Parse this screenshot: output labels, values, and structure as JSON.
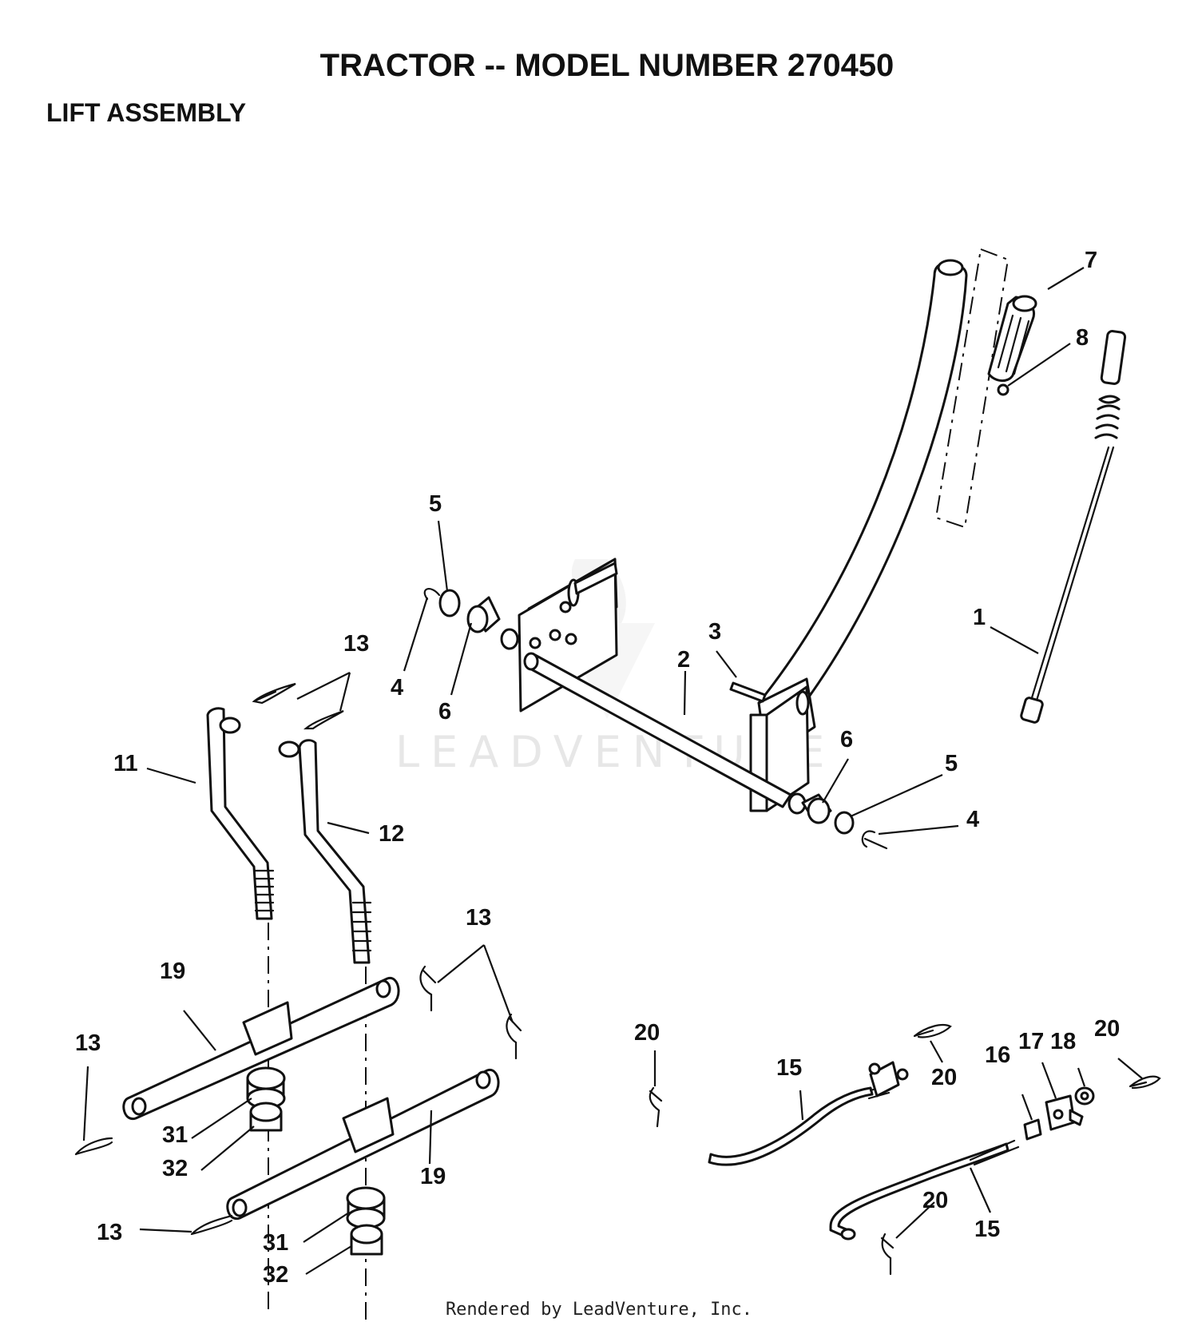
{
  "header": {
    "title": "TRACTOR -- MODEL NUMBER 270450",
    "section": "LIFT ASSEMBLY"
  },
  "watermark": "LEADVENTURE",
  "footer": "Rendered by LeadVenture, Inc.",
  "callouts": {
    "c1": "1",
    "c2": "2",
    "c3": "3",
    "c4a": "4",
    "c4b": "4",
    "c5a": "5",
    "c5b": "5",
    "c6a": "6",
    "c6b": "6",
    "c7": "7",
    "c8": "8",
    "c11": "11",
    "c12": "12",
    "c13a": "13",
    "c13b": "13",
    "c13c": "13",
    "c13d": "13",
    "c15a": "15",
    "c15b": "15",
    "c16": "16",
    "c17": "17",
    "c18": "18",
    "c19a": "19",
    "c19b": "19",
    "c20a": "20",
    "c20b": "20",
    "c20c": "20",
    "c20d": "20",
    "c31a": "31",
    "c31b": "31",
    "c32a": "32",
    "c32b": "32"
  }
}
